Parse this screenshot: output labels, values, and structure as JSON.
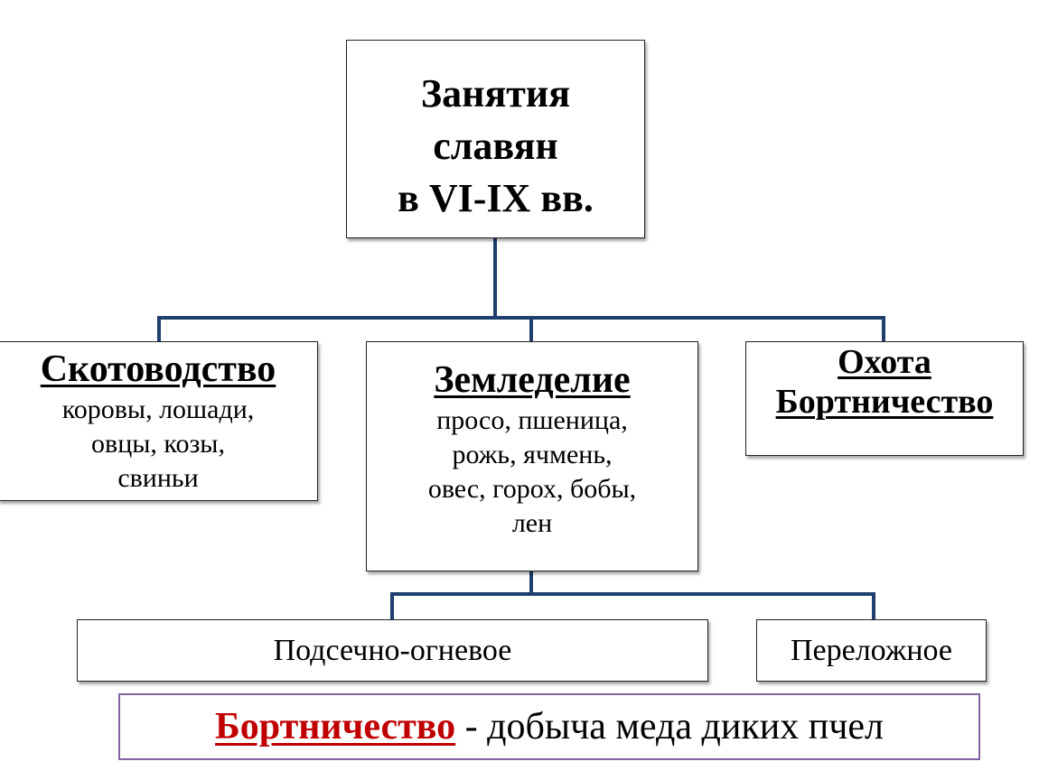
{
  "root": {
    "lines": [
      "Занятия",
      "славян",
      "в VI-IX вв."
    ]
  },
  "branches": [
    {
      "title": "Скотоводство",
      "items": [
        "коровы, лошади,",
        "овцы, козы,",
        "свиньи"
      ]
    },
    {
      "title": "Земледелие",
      "items": [
        "просо, пшеница,",
        "рожь, ячмень,",
        "овес, горох, бобы,",
        "лен"
      ]
    },
    {
      "title_lines": [
        "Охота",
        "Бортничество"
      ]
    }
  ],
  "farming_types": [
    "Подсечно-огневое",
    "Переложное"
  ],
  "definition": {
    "term": "Бортничество",
    "text": " - добыча меда диких пчел"
  },
  "colors": {
    "connector": "#1f3f6e",
    "term": "#c00000",
    "definition_border": "#8064a2"
  }
}
